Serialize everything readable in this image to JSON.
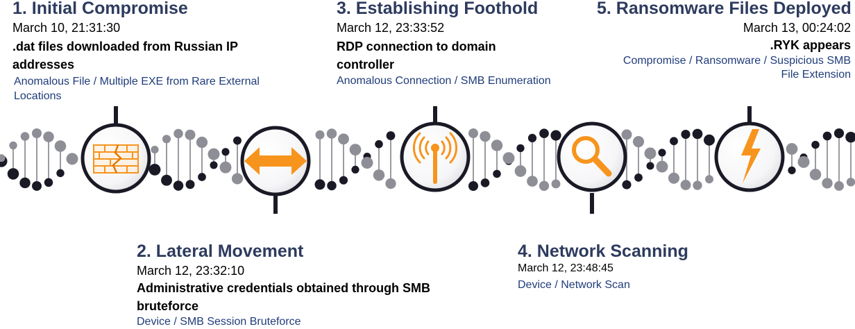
{
  "steps": [
    {
      "id": 1,
      "title": "1. Initial Compromise",
      "date": "March 10, 21:31:30",
      "description": ".dat files downloaded from Russian IP addresses",
      "tags": "Anomalous File / Multiple EXE from Rare External Locations",
      "icon": "cracked-brick-wall-icon"
    },
    {
      "id": 2,
      "title": "2. Lateral Movement",
      "date": "March 12, 23:32:10",
      "description": "Administrative credentials obtained through SMB bruteforce",
      "tags": "Device / SMB Session Bruteforce",
      "icon": "double-arrow-icon"
    },
    {
      "id": 3,
      "title": "3. Establishing Foothold",
      "date": "March 12, 23:33:52",
      "description": "RDP connection to domain controller",
      "tags": "Anomalous Connection / SMB Enumeration",
      "icon": "broadcast-antenna-icon"
    },
    {
      "id": 4,
      "title": "4. Network Scanning",
      "date": "March 12, 23:48:45",
      "description": "",
      "tags": "Device / Network Scan",
      "icon": "magnifying-glass-icon"
    },
    {
      "id": 5,
      "title": "5. Ransomware Files Deployed",
      "date": "March 13, 00:24:02",
      "description": ".RYK appears",
      "tags": "Compromise / Ransomware / Suspicious SMB File Extension",
      "icon": "lightning-bolt-icon"
    }
  ],
  "colors": {
    "title": "#2e3b5e",
    "tags": "#1f3c7a",
    "accent": "#f7941d",
    "dark_node": "#1a1a26",
    "grey_node": "#8e8e96"
  }
}
